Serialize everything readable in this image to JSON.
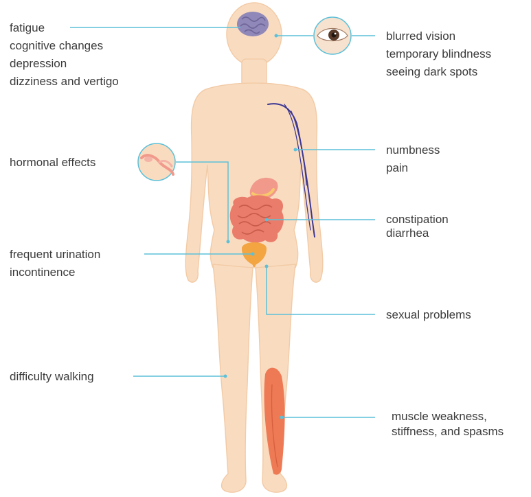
{
  "colors": {
    "skin": "#f9dcc0",
    "skin_edge": "#f2cba7",
    "leader_line": "#5cc0d8",
    "label_text": "#3b3b3b",
    "brain": "#8f88b8",
    "nerve": "#3d3794",
    "intestine": "#ea7c6b",
    "stomach": "#f19a8c",
    "bladder": "#f2a541",
    "muscle": "#ee7a55",
    "eye_iris": "#5a3b2a"
  },
  "icons": [
    "brain-icon",
    "eye-icon",
    "ovary-icon",
    "nerve-icon",
    "intestine-icon",
    "stomach-icon",
    "bladder-icon",
    "muscle-icon"
  ],
  "groups": {
    "brain": [
      "fatigue",
      "cognitive changes",
      "depression",
      "dizziness and vertigo"
    ],
    "eyes": [
      "blurred vision",
      "temporary blindness",
      "seeing dark spots"
    ],
    "hormones": [
      "hormonal effects"
    ],
    "nerves": [
      "numbness",
      "pain"
    ],
    "bowel": [
      "constipation",
      "diarrhea"
    ],
    "bladder": [
      "frequent urination",
      "incontinence"
    ],
    "sexual": [
      "sexual problems"
    ],
    "walking": [
      "difficulty walking"
    ],
    "muscles": [
      "muscle weakness,",
      "stiffness, and spasms"
    ]
  }
}
